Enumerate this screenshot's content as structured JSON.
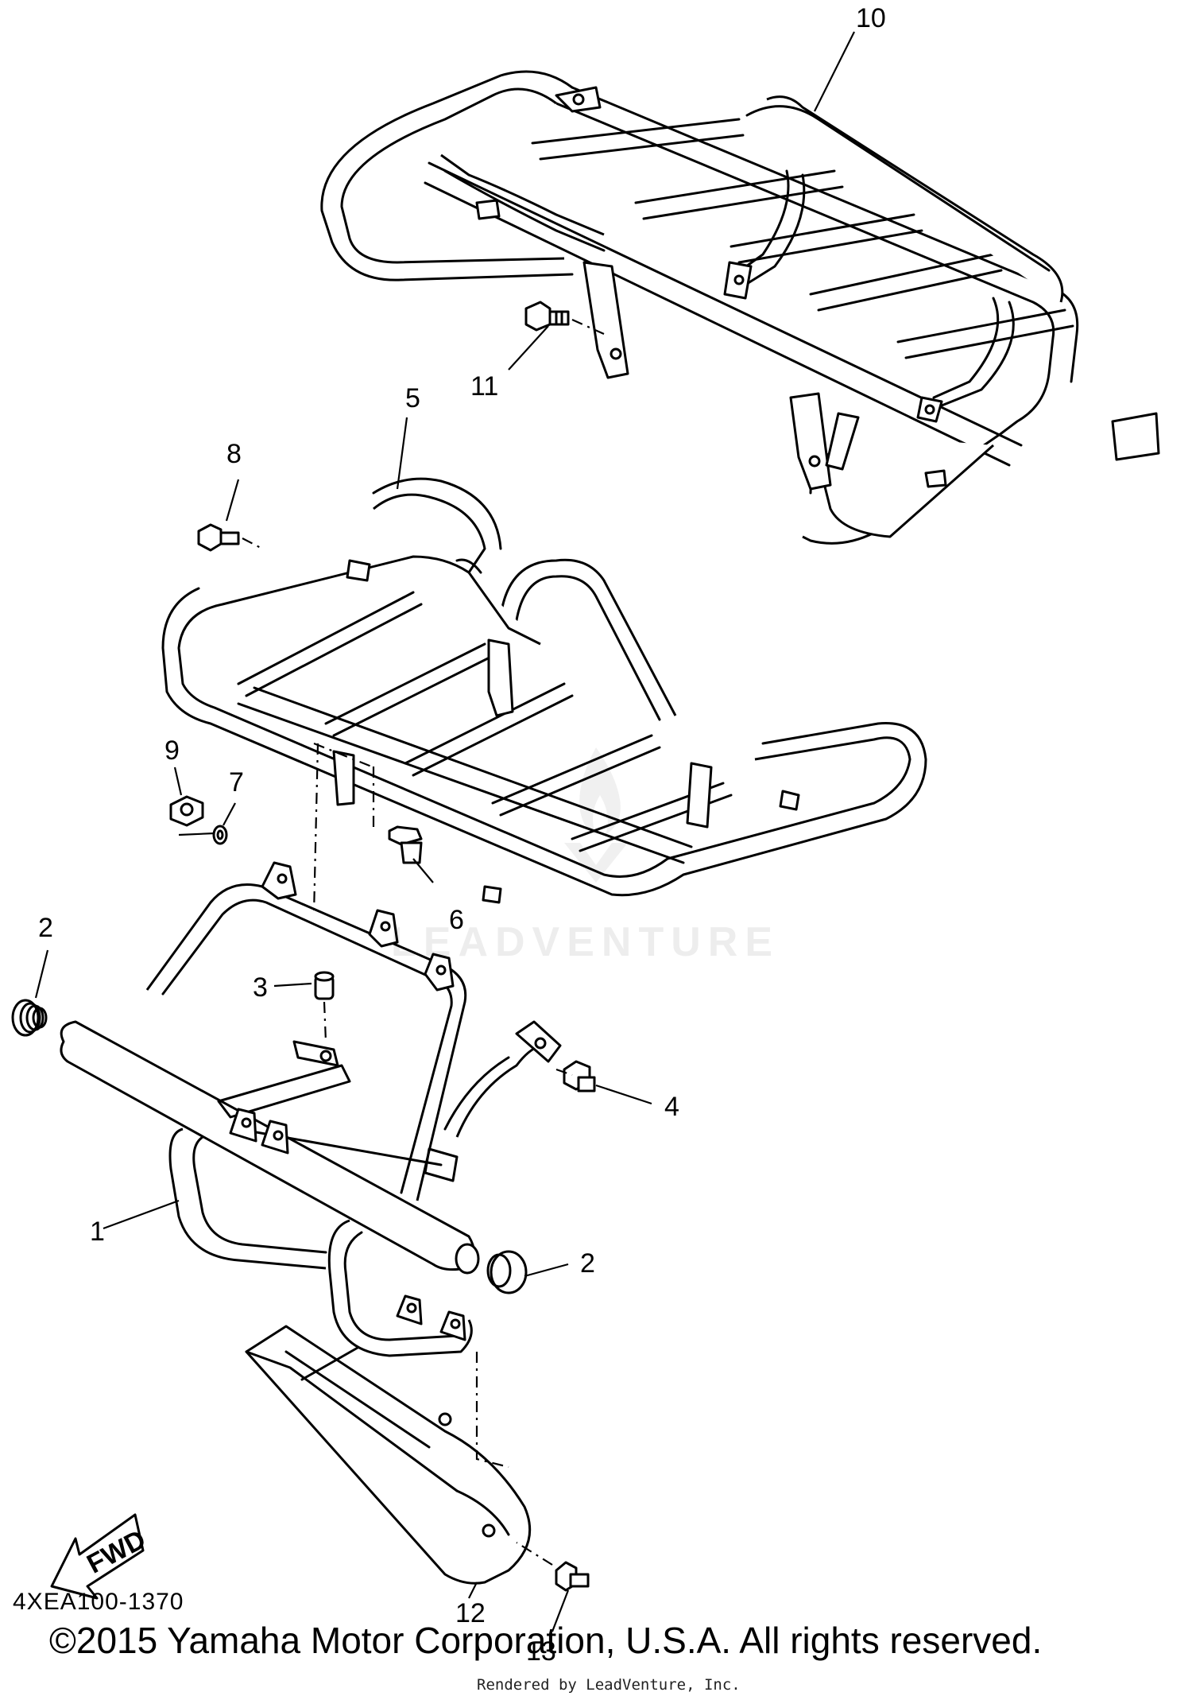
{
  "diagram": {
    "code": "4XEA100-1370",
    "copyright": "©2015 Yamaha Motor Corporation, U.S.A. All rights reserved.",
    "rendered_by": "Rendered by LeadVenture, Inc.",
    "watermark": "LEADVENTURE",
    "fwd_label": "FWD",
    "callouts": {
      "c1": "1",
      "c2a": "2",
      "c2b": "2",
      "c3": "3",
      "c4": "4",
      "c5": "5",
      "c6": "6",
      "c7": "7",
      "c8": "8",
      "c9": "9",
      "c10": "10",
      "c11": "11",
      "c12": "12",
      "c13": "13"
    }
  }
}
